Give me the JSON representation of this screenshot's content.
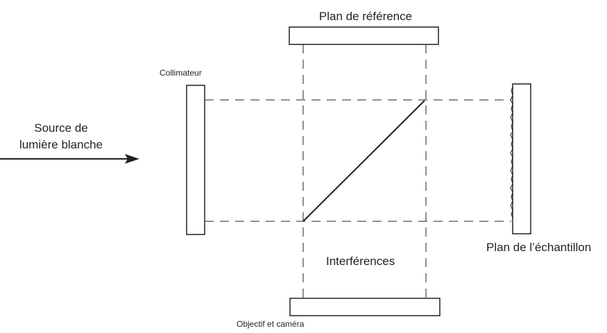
{
  "labels": {
    "reference_plane": "Plan de référence",
    "collimator": "Collimateur",
    "light_source_line1": "Source de",
    "light_source_line2": "lumière blanche",
    "interferences": "Interférences",
    "sample_plane": "Plan de l’échantillon",
    "objective_camera": "Objectif et caméra"
  },
  "colors": {
    "stroke": "#231f20",
    "background": "#ffffff"
  }
}
